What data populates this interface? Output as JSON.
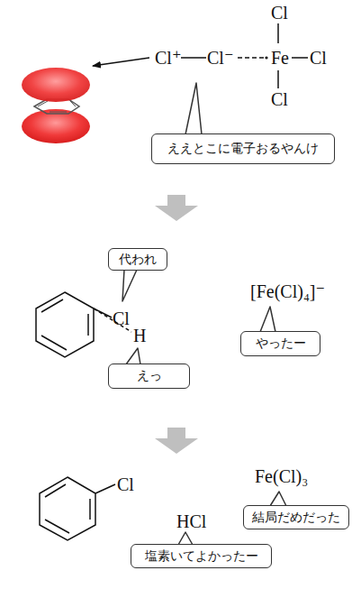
{
  "diagram": {
    "nodes": [
      {
        "text": [
          "ええとこに電子おるやんけ"
        ]
      },
      {
        "text": [
          "代われ"
        ]
      },
      {
        "text": [
          "やったー"
        ]
      },
      {
        "text": [
          "えっ"
        ]
      },
      {
        "text": [
          "結局だめだった"
        ]
      },
      {
        "text": [
          "塩素いてよかったー"
        ]
      }
    ],
    "labels": [
      "Cl",
      "Cl⁺",
      "Cl⁻",
      "Fe",
      "Cl",
      "Cl",
      "Cl",
      "H",
      "[Fe(Cl)₄]⁻",
      "Cl",
      "Fe(Cl)₃",
      "HCl"
    ]
  }
}
